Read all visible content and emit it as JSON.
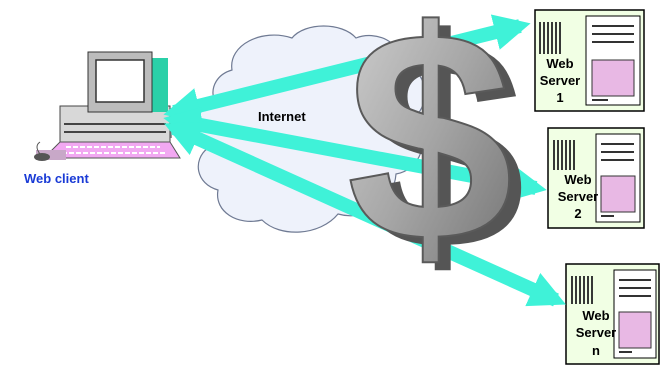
{
  "labels": {
    "web_client": "Web client",
    "internet": "Internet",
    "dollar": "$"
  },
  "servers": [
    {
      "line1": "Web",
      "line2": "Server",
      "line3": "1"
    },
    {
      "line1": "Web",
      "line2": "Server",
      "line3": "2"
    },
    {
      "line1": "Web",
      "line2": "Server",
      "line3": "n"
    }
  ],
  "colors": {
    "arrow": "#3ff2d8",
    "cloud": "#eef2fb",
    "server_case": "#f1ffe4",
    "server_panel": "#e8b8e4",
    "dollar_face": "#a8a8a8",
    "client_label": "#1a3bd6"
  }
}
